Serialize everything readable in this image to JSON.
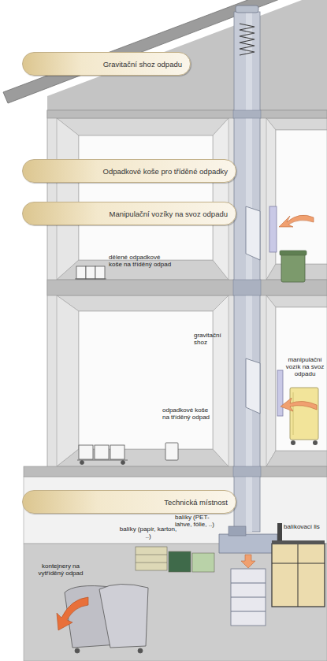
{
  "diagram": {
    "nodes": [
      {
        "text": [
          "Gravitační shoz odpadu"
        ]
      },
      {
        "text": [
          "Odpadkové koše pro tříděné odpadky"
        ]
      },
      {
        "text": [
          "Manipulační vozíky na svoz odpadu"
        ]
      },
      {
        "text": [
          "Technická místnost"
        ]
      }
    ],
    "labels": [
      "dělené odpadkové koše na tříděný odpad",
      "gravitační shoz",
      "manipulační vozík na svoz odpadu",
      "odpadkové koše na tříděný odpad",
      "balíky (papír, karton, ..)",
      "balíky (PET-lahve, fólie, ..)",
      "balíkovací lis",
      "kontejnery na vytříděný odpad"
    ]
  }
}
